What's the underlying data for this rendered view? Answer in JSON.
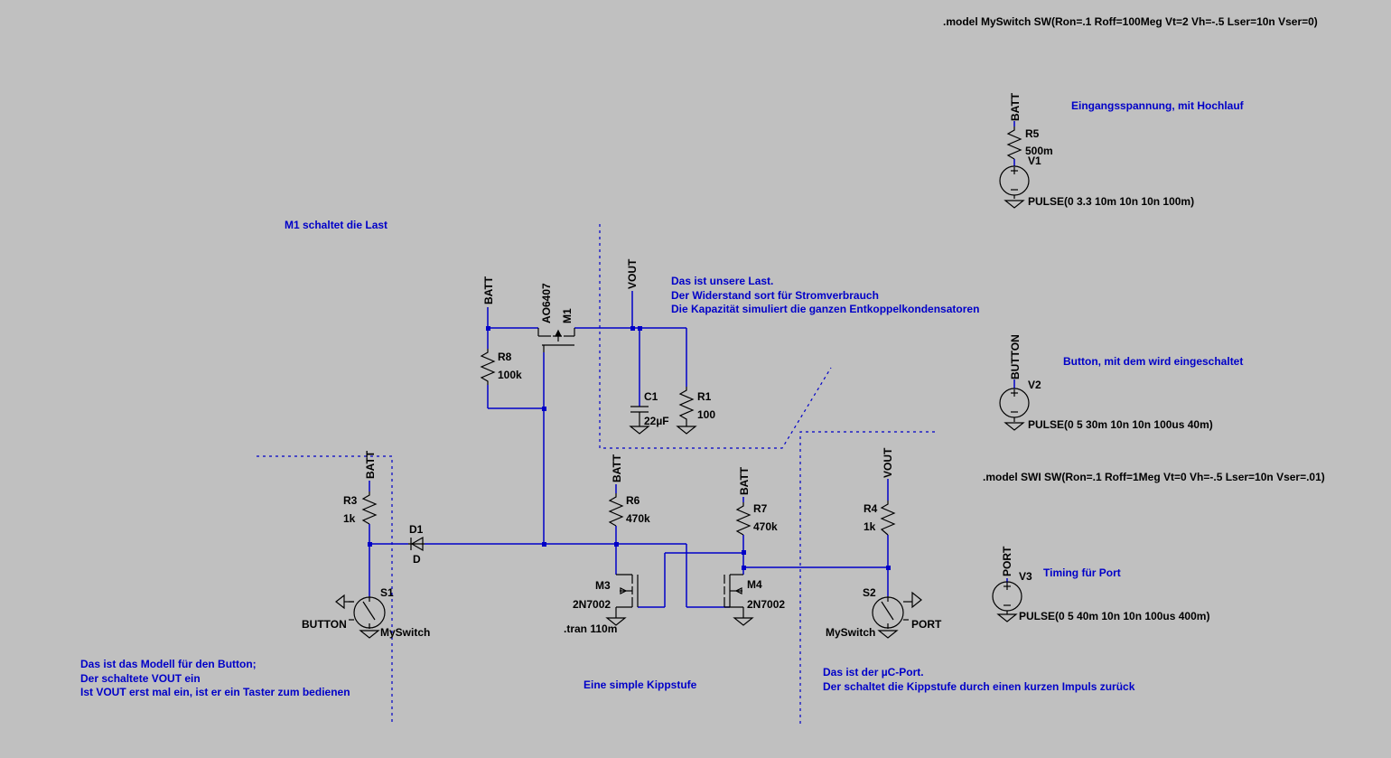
{
  "colors": {
    "background": "#c0c0c0",
    "wire": "#0000c8",
    "symbol": "#000000",
    "comment": "#0000c8"
  },
  "directives": {
    "model_myswitch": ".model MySwitch SW(Ron=.1 Roff=100Meg Vt=2 Vh=-.5 Lser=10n Vser=0)",
    "model_swi": ".model SWI SW(Ron=.1 Roff=1Meg Vt=0 Vh=-.5 Lser=10n Vser=.01)",
    "tran": ".tran 110m"
  },
  "comments": {
    "m1": "M1 schaltet die Last",
    "load_1": "Das ist unsere Last.",
    "load_2": "Der Widerstand sort für Stromverbrauch",
    "load_3": "Die Kapazität simuliert die ganzen Entkoppelkondensatoren",
    "input": "Eingangsspannung, mit Hochlauf",
    "button": "Button, mit dem wird eingeschaltet",
    "timing": "Timing für Port",
    "model_1": "Das ist das Modell für den Button;",
    "model_2": "Der schaltete VOUT ein",
    "model_3": "Ist VOUT erst mal ein, ist er ein Taster zum bedienen",
    "kipp": "Eine simple Kippstufe",
    "port_1": "Das ist der µC-Port.",
    "port_2": "Der schaltet die Kippstufe durch einen kurzen Impuls zurück"
  },
  "nets": {
    "batt": "BATT",
    "vout": "VOUT",
    "button": "BUTTON",
    "port": "PORT"
  },
  "components": {
    "r1": {
      "name": "R1",
      "value": "100"
    },
    "r3": {
      "name": "R3",
      "value": "1k"
    },
    "r4": {
      "name": "R4",
      "value": "1k"
    },
    "r5": {
      "name": "R5",
      "value": "500m"
    },
    "r6": {
      "name": "R6",
      "value": "470k"
    },
    "r7": {
      "name": "R7",
      "value": "470k"
    },
    "r8": {
      "name": "R8",
      "value": "100k"
    },
    "c1": {
      "name": "C1",
      "value": "22µF"
    },
    "d1": {
      "name": "D1",
      "value": "D"
    },
    "m1": {
      "name": "M1",
      "value": "AO6407"
    },
    "m3": {
      "name": "M3",
      "value": "2N7002"
    },
    "m4": {
      "name": "M4",
      "value": "2N7002"
    },
    "s1": {
      "name": "S1",
      "value": "MySwitch"
    },
    "s2": {
      "name": "S2",
      "value": "MySwitch"
    },
    "v1": {
      "name": "V1",
      "value": "PULSE(0 3.3 10m 10n 10n 100m)"
    },
    "v2": {
      "name": "V2",
      "value": "PULSE(0 5 30m 10n 10n 100us 40m)"
    },
    "v3": {
      "name": "V3",
      "value": "PULSE(0 5 40m 10n 10n 100us 400m)"
    }
  }
}
